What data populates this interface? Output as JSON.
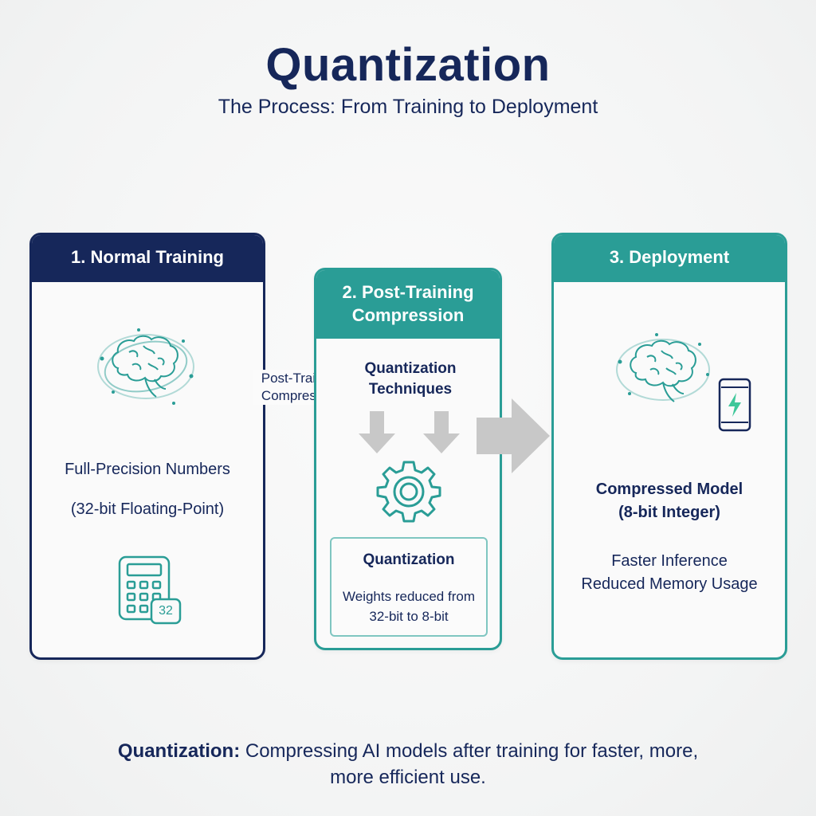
{
  "title": "Quantization",
  "subtitle": "The Process: From Training to Deployment",
  "connector_label": [
    "Post-Training",
    "Compression"
  ],
  "cards": [
    {
      "header": "1. Normal Training",
      "line1": "Full-Precision Numbers",
      "line2": "(32-bit Floating-Point)",
      "calculator_badge": "32"
    },
    {
      "header_lines": [
        "2. Post-Training",
        "Compression"
      ],
      "techniques_lines": [
        "Quantization",
        "Techniques"
      ],
      "box_title": "Quantization",
      "box_lines": [
        "Weights reduced from",
        "32-bit to 8-bit"
      ]
    },
    {
      "header": "3. Deployment",
      "model_lines": [
        "Compressed Model",
        "(8-bit Integer)"
      ],
      "benefits": [
        "Faster Inference",
        "Reduced Memory Usage"
      ]
    }
  ],
  "footer": {
    "bold": "Quantization:",
    "rest_line1": " Compressing AI models after training for faster, more,",
    "line2": "more efficient use."
  },
  "colors": {
    "navy": "#16275a",
    "teal": "#2a9d96",
    "arrow_gray": "#c8c8c8"
  },
  "icons": [
    "brain-icon",
    "calculator-icon",
    "down-arrow-icon",
    "gear-icon",
    "right-arrow-icon",
    "smartphone-icon",
    "lightning-icon"
  ]
}
